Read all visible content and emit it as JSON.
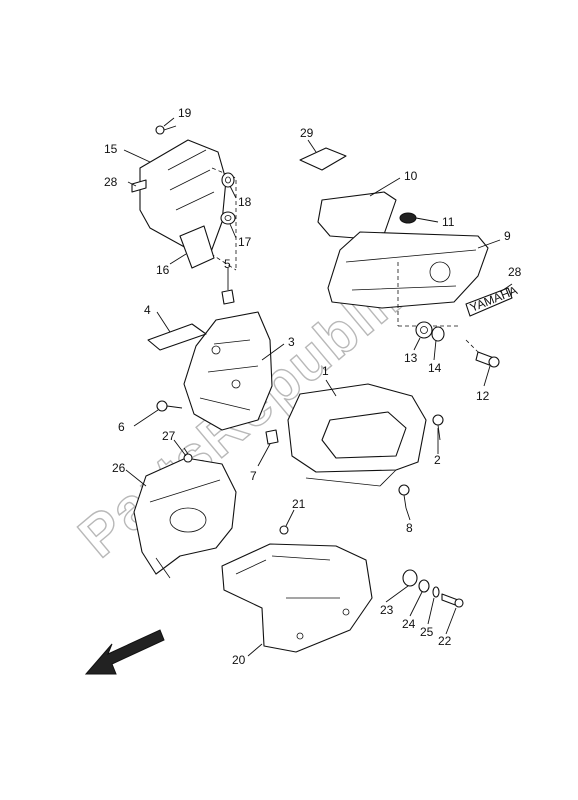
{
  "watermark": "PartsRepublik",
  "emblem_text": "YAMAHA",
  "callouts": {
    "c1": "1",
    "c2": "2",
    "c3": "3",
    "c4": "4",
    "c5": "5",
    "c6": "6",
    "c7": "7",
    "c8": "8",
    "c9": "9",
    "c10": "10",
    "c11": "11",
    "c12": "12",
    "c13": "13",
    "c14": "14",
    "c15": "15",
    "c16": "16",
    "c17": "17",
    "c18": "18",
    "c19": "19",
    "c20": "20",
    "c21": "21",
    "c22": "22",
    "c23": "23",
    "c24": "24",
    "c25": "25",
    "c26": "26",
    "c27": "27",
    "c28a": "28",
    "c28b": "28",
    "c29": "29"
  },
  "colors": {
    "line": "#111111",
    "watermark": "#b8b8b8",
    "background": "#ffffff"
  },
  "icons": {
    "direction": "front-arrow-icon"
  }
}
